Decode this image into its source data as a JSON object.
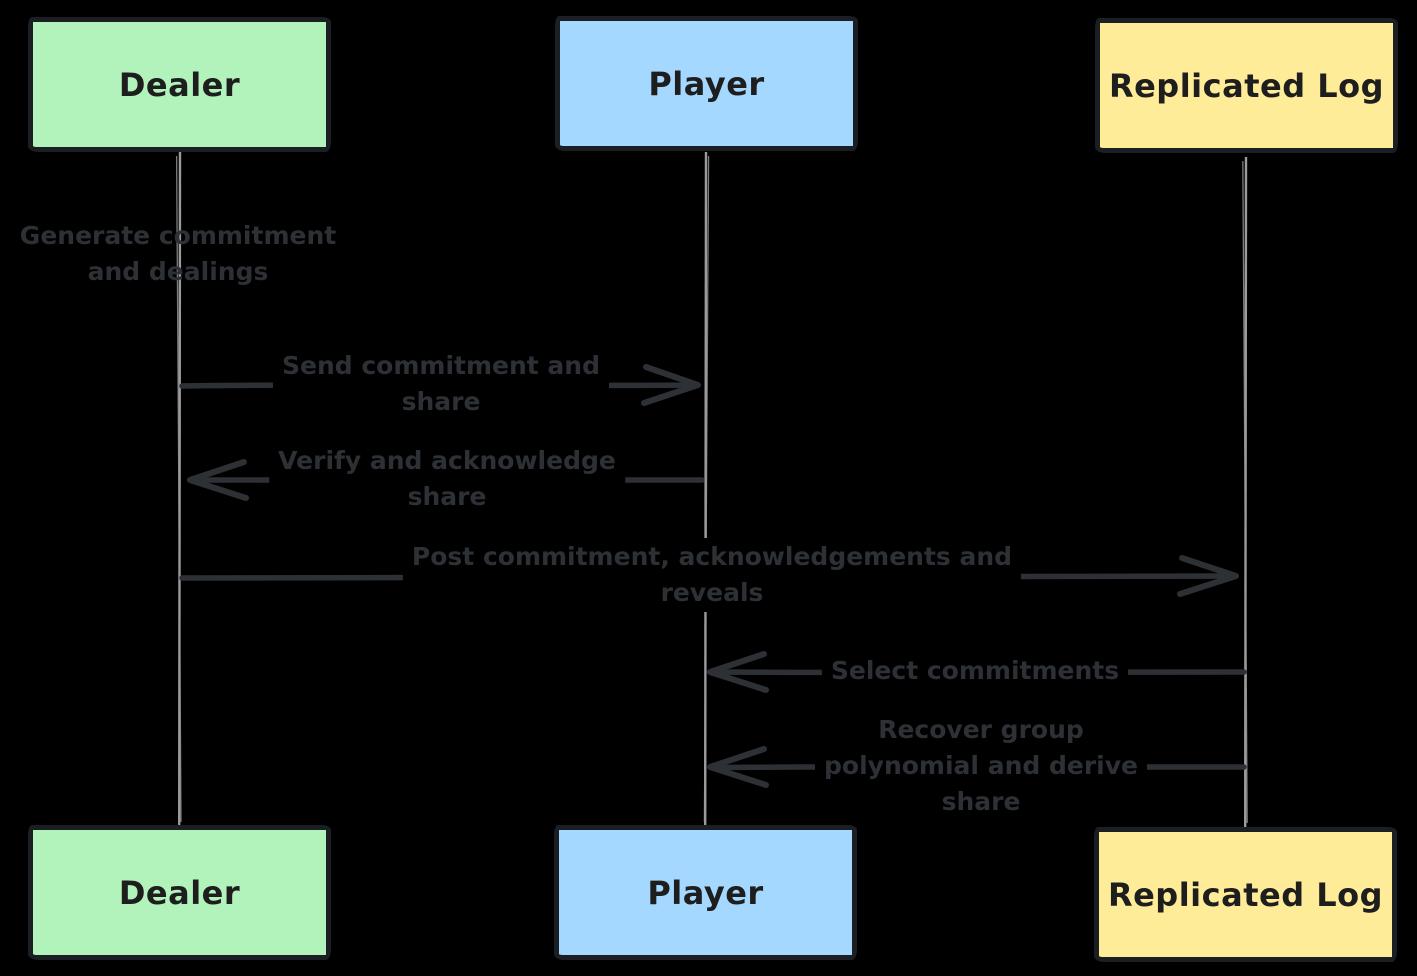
{
  "diagram": {
    "type": "sequence-diagram",
    "background_color": "#000000",
    "actors": [
      {
        "id": "dealer",
        "label": "Dealer",
        "fill_color": "#b2f2bb"
      },
      {
        "id": "player",
        "label": "Player",
        "fill_color": "#a5d8ff"
      },
      {
        "id": "replicated_log",
        "label": "Replicated Log",
        "fill_color": "#ffec99"
      }
    ],
    "colors": {
      "box_border": "#1b1f23",
      "box_text": "#1e1e1e",
      "message_text": "#2d3136",
      "arrow": "#2d3136",
      "lifeline": "#9b9b9b"
    },
    "messages": [
      {
        "kind": "self-note",
        "actor": "dealer",
        "text": "Generate commitment and dealings",
        "lines": [
          "Generate commitment",
          "and dealings"
        ]
      },
      {
        "kind": "message",
        "from": "dealer",
        "to": "player",
        "text": "Send commitment and share",
        "lines": [
          "Send commitment and",
          "share"
        ]
      },
      {
        "kind": "message",
        "from": "player",
        "to": "dealer",
        "text": "Verify and acknowledge share",
        "lines": [
          "Verify and acknowledge",
          "share"
        ]
      },
      {
        "kind": "message",
        "from": "dealer",
        "to": "replicated_log",
        "text": "Post commitment, acknowledgements and reveals",
        "lines": [
          "Post commitment, acknowledgements and",
          "reveals"
        ]
      },
      {
        "kind": "message",
        "from": "replicated_log",
        "to": "player",
        "text": "Select commitments",
        "lines": [
          "Select commitments"
        ]
      },
      {
        "kind": "message",
        "from": "replicated_log",
        "to": "player",
        "text": "Recover group polynomial and derive share",
        "lines": [
          "Recover group",
          "polynomial and derive",
          "share"
        ]
      }
    ]
  }
}
